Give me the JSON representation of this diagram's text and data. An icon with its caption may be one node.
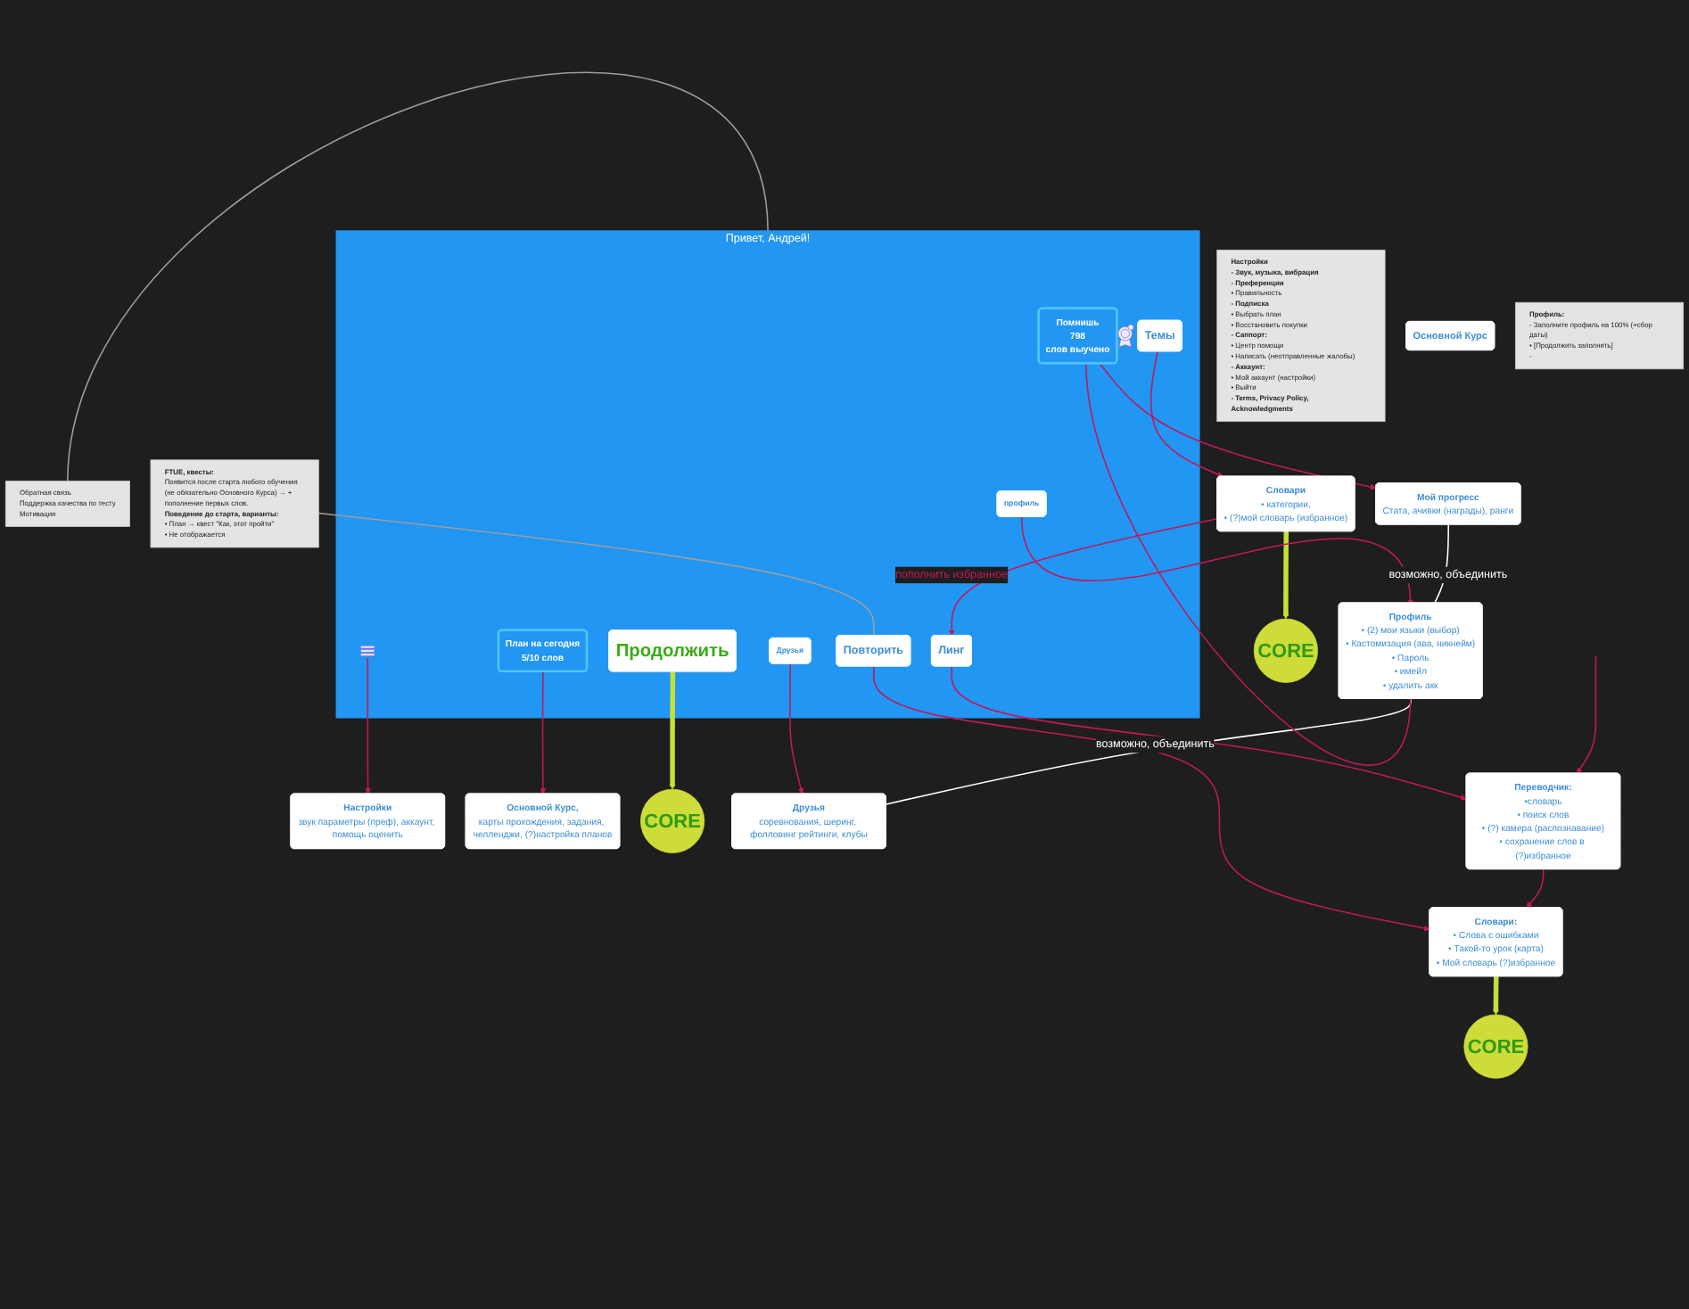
{
  "diagram": {
    "nodes": [
      {
        "text": [
          "Обратная связь",
          "Поддержка качества по тесту",
          "Мотивация"
        ]
      },
      {
        "text": [
          "Настройки",
          "звук параметры (преф), аккаунт, помощь оценить"
        ]
      },
      {
        "text": [
          "Настройки",
          "- Звук, музыка, вибрация",
          "- Преференции",
          "• Правильность",
          "- Подписка",
          "• Выбрать план",
          "• Восстановить покупки",
          "- Саппорт:",
          "• Центр помощи",
          "• Написать (неотправленные жалобы)",
          "- Аккаунт:",
          "• Мой аккаунт (настройки)",
          "• Выйти",
          "- Terms, Privacy Policy, Acknowledgments"
        ]
      },
      {
        "text": [
          "Мой прогресс",
          "Стата, ачивки (награды), ранги"
        ]
      },
      {
        "text": [
          "Привет, Андрей!"
        ]
      },
      {
        "text": [],
        "shape": "picture",
        "in": 4
      },
      {
        "text": [
          "Помнишь",
          "798",
          "слов выучено"
        ],
        "in": 4
      },
      {
        "text": [
          "План на сегодня",
          "5/10 слов"
        ],
        "in": 4
      },
      {
        "text": [
          "Продолжить"
        ],
        "in": 4
      },
      {
        "text": [
          "Повторить"
        ],
        "in": 4
      },
      {
        "text": [
          "Темы"
        ],
        "in": 4
      },
      {
        "text": [
          "Линг"
        ],
        "in": 4
      },
      {
        "text": [
          "профиль"
        ],
        "in": 4
      },
      {
        "text": [
          "Друзья"
        ],
        "in": 4
      },
      {
        "text": [
          "Основной Курс,",
          "карты прохождения, задания, челленджи, (?)настройка планов"
        ]
      },
      {
        "text": [
          "Основной Курс"
        ]
      },
      {
        "text": [
          "CORE"
        ]
      },
      {
        "text": [
          "FTUE, квесты:",
          "Появится после старта любого обучения (не обязательно Основного Курса) → + пополнение первых слов.",
          "Поведение до старта, варианты:",
          "• План → квест \"Как, этот пройти\"",
          "• Не отображается"
        ]
      },
      {
        "text": [
          "Словари:",
          "• Слова с ошибками",
          "• Такой-то урок (карта)",
          "• Мой словарь (?)избранное"
        ]
      },
      {
        "text": [
          "CORE"
        ]
      },
      {
        "text": [
          "CORE"
        ]
      },
      {
        "text": [
          "Словари",
          "• категории,",
          "• (?)мой словарь (избранное)"
        ]
      },
      {
        "text": [
          "Переводчик:",
          "•словарь",
          "• поиск слов",
          "• (?) камера (распознавание)",
          "• сохранение слов в (?)избранное"
        ]
      },
      {
        "text": [
          "Профиль",
          "• (2) мои языки (выбор)",
          "• Кастомизация (ава, никнейм)",
          "• Пароль",
          "• имейл",
          "• удалить акк"
        ]
      },
      {
        "text": [
          "Друзья",
          "соревнования, шеринг, фолловинг рейтинги, клубы"
        ]
      },
      {
        "text": [
          "Профиль:",
          "- Заполните профиль на 100% (+сбор даты)",
          "• [Продолжить заполнять]",
          "-"
        ]
      }
    ],
    "edges": [
      {
        "from": 0,
        "to": 4,
        "arrow": "none",
        "color": "#9e9e9e"
      },
      {
        "from": 5,
        "to": 1,
        "arrow": "to"
      },
      {
        "from": 6,
        "to": 3,
        "arrow": "to"
      },
      {
        "from": 7,
        "to": 14,
        "arrow": "to"
      },
      {
        "from": 8,
        "to": 16,
        "arrow": "to",
        "style": "thick",
        "color": "#c6df3c"
      },
      {
        "from": 17,
        "to": 9,
        "arrow": "none",
        "color": "#9e9e9e"
      },
      {
        "from": 9,
        "to": 18,
        "arrow": "to"
      },
      {
        "from": 18,
        "to": 19,
        "arrow": "to",
        "style": "thick",
        "color": "#c6df3c"
      },
      {
        "from": 10,
        "to": 21,
        "arrow": "to"
      },
      {
        "from": 21,
        "to": 20,
        "arrow": "to",
        "style": "thick",
        "color": "#c6df3c"
      },
      {
        "from": 11,
        "to": 22,
        "arrow": "to"
      },
      {
        "from": 22,
        "to": 18,
        "arrow": "to"
      },
      {
        "from": 21,
        "to": 11,
        "arrow": "to",
        "label": "пополнить избранное"
      },
      {
        "from": 12,
        "to": 23,
        "arrow": "to"
      },
      {
        "from": 13,
        "to": 24,
        "arrow": "to"
      },
      {
        "from": 23,
        "to": 24,
        "arrow": "none",
        "label": "возможно, объединить",
        "color": "#ffffff"
      },
      {
        "from": 3,
        "to": 23,
        "arrow": "none",
        "label": "возможно, объединить",
        "color": "#ffffff"
      },
      {
        "from": 6,
        "to": 23,
        "arrow": "none"
      },
      {
        "from": null,
        "to": 22,
        "arrow": "to"
      }
    ]
  }
}
